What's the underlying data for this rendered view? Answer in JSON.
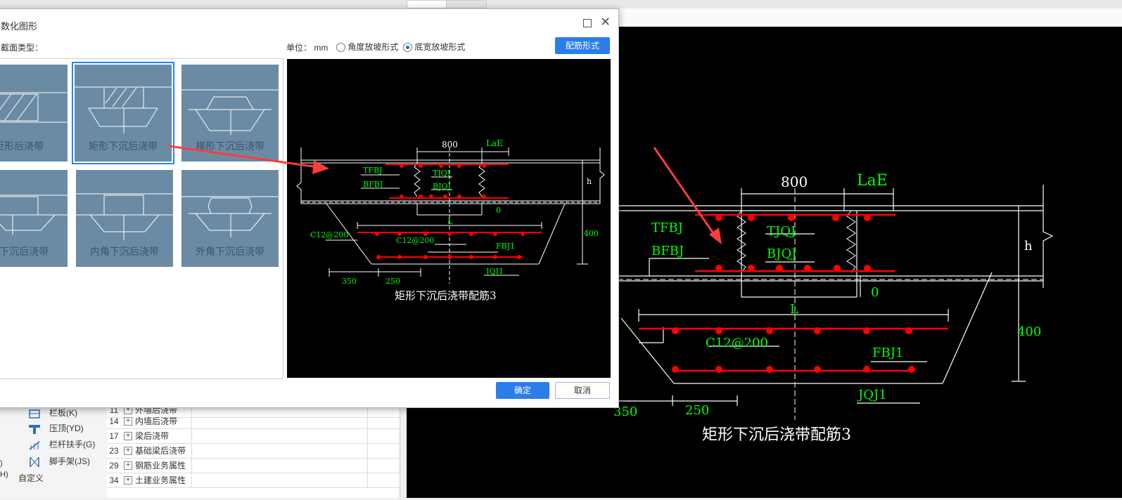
{
  "dialog": {
    "title": "数化图形",
    "section_label": "截面类型：",
    "unit_label": "单位：  mm",
    "radio_angle": "角度放坡形式",
    "radio_width": "底宽放坡形式",
    "rebar_button": "配筋形式",
    "ok_button": "确定",
    "cancel_button": "取消",
    "tiles": [
      {
        "label": "矩形后浇带"
      },
      {
        "label": "矩形下沉后浇带"
      },
      {
        "label": "梯形下沉后浇带"
      },
      {
        "label": "形下沉后浇带"
      },
      {
        "label": "内角下沉后浇带"
      },
      {
        "label": "外角下沉后浇带"
      }
    ]
  },
  "drawing": {
    "dim_width": "800",
    "lae": "LaE",
    "tfbj": "TFBJ",
    "bfbj": "BFBJ",
    "tjqj": "TJQJ",
    "bjqj": "BJQJ",
    "h": "h",
    "zero": "0",
    "l": "L",
    "c12": "C12@200",
    "fbj1": "FBJ1",
    "jqj1": "JQJ1",
    "d400": "400",
    "d350": "350",
    "d250": "250",
    "caption": "矩形下沉后浇带配筋3"
  },
  "left_panel": [
    {
      "label": "栏板(K)",
      "icon": "railing-panel-icon"
    },
    {
      "label": "压顶(YD)",
      "icon": "coping-icon"
    },
    {
      "label": "栏杆扶手(G)",
      "icon": "handrail-icon"
    },
    {
      "label": "脚手架(JS)",
      "icon": "scaffold-icon"
    },
    {
      "label": "自定义",
      "icon": ""
    }
  ],
  "left_panel_edge": [
    "H)",
    ")"
  ],
  "tree_rows": [
    {
      "num": "11",
      "label": "外墙后浇带"
    },
    {
      "num": "14",
      "label": "内墙后浇带"
    },
    {
      "num": "17",
      "label": "梁后浇带"
    },
    {
      "num": "23",
      "label": "基础梁后浇带"
    },
    {
      "num": "29",
      "label": "钢筋业务属性"
    },
    {
      "num": "34",
      "label": "土建业务属性"
    }
  ],
  "colors": {
    "accent": "#2b7de9",
    "tile_bg": "#6b8ba4",
    "cad_green": "#00ff00",
    "cad_red": "#ff0000",
    "arrow_red": "#ff3b3b"
  }
}
